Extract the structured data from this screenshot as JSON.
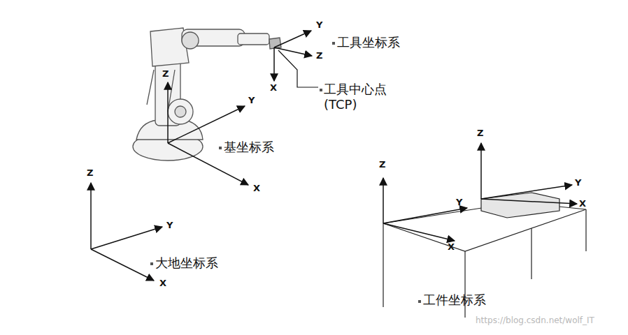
{
  "diagram": {
    "labels": [
      "Y",
      "Z",
      "X",
      "工具坐标系",
      "工具中心点 (TCP)",
      "Z",
      "Y",
      "X",
      "基坐标系",
      "Z",
      "Y",
      "X",
      "大地坐标系",
      "Z",
      "Z",
      "Y",
      "Y",
      "X",
      "X",
      "工件坐标系",
      "https://blog.csdn.net/wolf_IT"
    ]
  }
}
